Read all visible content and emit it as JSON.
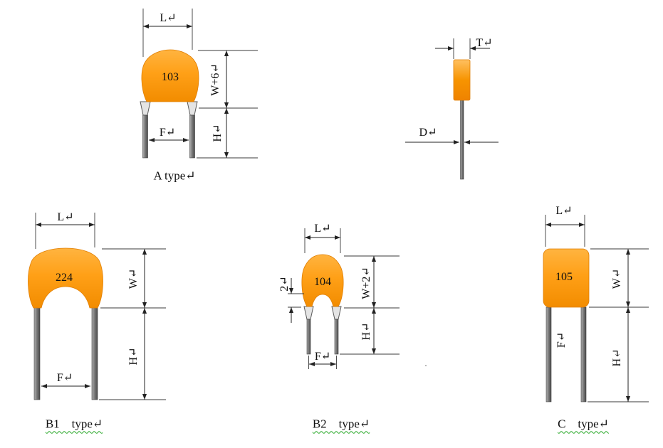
{
  "figures": {
    "a": {
      "marking": "103",
      "dim_l": "L↵",
      "dim_w": "W+6↵",
      "dim_h": "H↵",
      "dim_f": "F↵",
      "caption": "A type↵"
    },
    "side": {
      "dim_t": "T↵",
      "dim_d": "D↵"
    },
    "b1": {
      "marking": "224",
      "dim_l": "L↵",
      "dim_w": "W↵",
      "dim_h": "H↵",
      "dim_f": "F↵",
      "caption": "B1    type↵"
    },
    "b2": {
      "marking": "104",
      "dim_l": "L↵",
      "dim_crimp": "2↵",
      "dim_w": "W+2↵",
      "dim_h": "H↵",
      "dim_f": "F↵",
      "caption": "B2    type↵",
      "stray_mark": "."
    },
    "c": {
      "marking": "105",
      "dim_l": "L↵",
      "dim_w": "W↵",
      "dim_h": "H↵",
      "dim_f": "F↵",
      "caption": "C    type↵"
    }
  },
  "colors": {
    "body_orange": "#ffa017",
    "lead_gray": "#777777",
    "dimension_line": "#222222",
    "spellcheck_underline": "#23a523"
  }
}
